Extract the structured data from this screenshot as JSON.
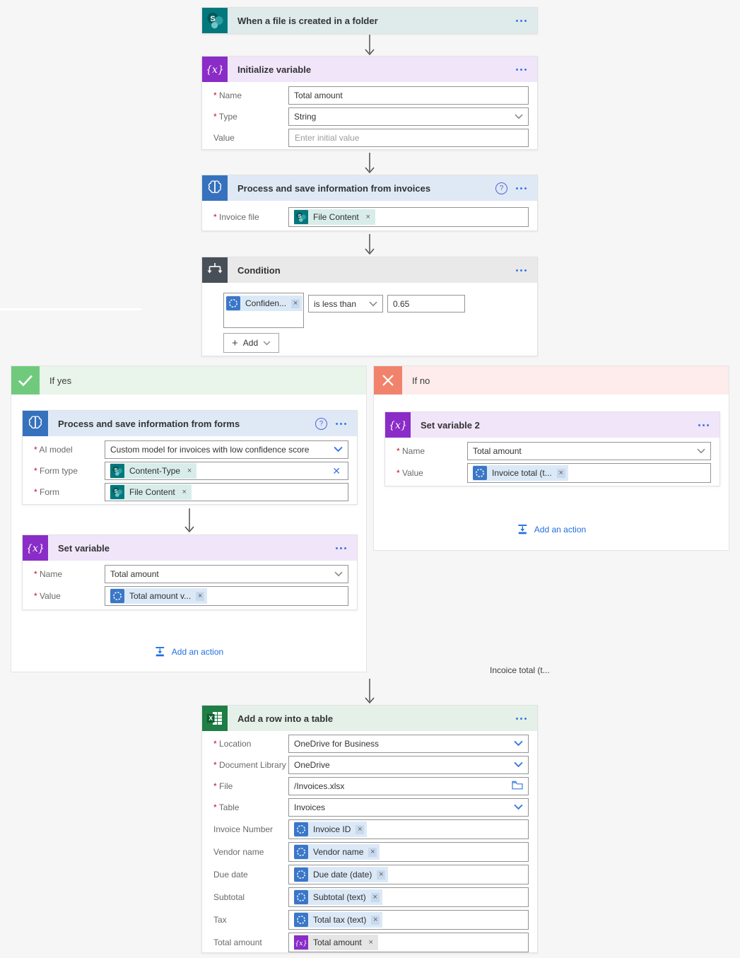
{
  "icons": {
    "close": "×",
    "help": "?",
    "clear": "✕",
    "add_plus": "+"
  },
  "colors": {
    "accent_blue": "#3b78e0",
    "sharepoint_teal": "#03787c",
    "variable_purple": "#8a2cc7",
    "ai_builder_blue": "#3671bd",
    "condition_gray": "#474f59",
    "if_yes_green": "#70ca7c",
    "if_no_salmon": "#f1836d",
    "excel_green": "#1e7e45",
    "required_red": "#c50f1f"
  },
  "trigger": {
    "title": "When a file is created in a folder"
  },
  "initialize_variable": {
    "title": "Initialize variable",
    "fields": {
      "name": {
        "label": "Name",
        "value": "Total amount",
        "required": true
      },
      "type": {
        "label": "Type",
        "value": "String",
        "required": true
      },
      "value": {
        "label": "Value",
        "placeholder": "Enter initial value",
        "required": false
      }
    }
  },
  "process_invoices": {
    "title": "Process and save information from invoices",
    "fields": {
      "invoice_file": {
        "label": "Invoice file",
        "chip": "File Content",
        "required": true
      }
    }
  },
  "condition": {
    "title": "Condition",
    "operand_chip": "Confiden...",
    "operator": "is less than",
    "value": "0.65",
    "add_button": "Add"
  },
  "if_yes": {
    "label": "If yes",
    "process_forms": {
      "title": "Process and save information from forms",
      "fields": {
        "ai_model": {
          "label": "AI model",
          "value": "Custom model for invoices with low confidence score",
          "required": true
        },
        "form_type": {
          "label": "Form type",
          "chip": "Content-Type",
          "required": true
        },
        "form": {
          "label": "Form",
          "chip": "File Content",
          "required": true
        }
      }
    },
    "set_variable": {
      "title": "Set variable",
      "fields": {
        "name": {
          "label": "Name",
          "value": "Total amount",
          "required": true
        },
        "value": {
          "label": "Value",
          "chip": "Total amount v...",
          "required": true
        }
      }
    },
    "add_action": "Add an action"
  },
  "if_no": {
    "label": "If no",
    "set_variable_2": {
      "title": "Set variable 2",
      "fields": {
        "name": {
          "label": "Name",
          "value": "Total amount",
          "required": true
        },
        "value": {
          "label": "Value",
          "chip": "Invoice total (t...",
          "required": true
        }
      }
    },
    "add_action": "Add an action"
  },
  "floating_token_text": "Incoice total (t...",
  "add_row_into_table": {
    "title": "Add a row into a table",
    "rows": [
      {
        "label": "Location",
        "value": "OneDrive for Business",
        "required": true,
        "kind": "dropdown"
      },
      {
        "label": "Document Library",
        "value": "OneDrive",
        "required": true,
        "kind": "dropdown"
      },
      {
        "label": "File",
        "value": "/Invoices.xlsx",
        "required": true,
        "kind": "file"
      },
      {
        "label": "Table",
        "value": "Invoices",
        "required": true,
        "kind": "dropdown"
      },
      {
        "label": "Invoice Number",
        "value": "Invoice ID",
        "required": false,
        "kind": "ai-token"
      },
      {
        "label": "Vendor name",
        "value": "Vendor name",
        "required": false,
        "kind": "ai-token"
      },
      {
        "label": "Due date",
        "value": "Due date (date)",
        "required": false,
        "kind": "ai-token"
      },
      {
        "label": "Subtotal",
        "value": "Subtotal (text)",
        "required": false,
        "kind": "ai-token"
      },
      {
        "label": "Tax",
        "value": "Total tax (text)",
        "required": false,
        "kind": "ai-token"
      },
      {
        "label": "Total amount",
        "value": "Total amount",
        "required": false,
        "kind": "variable-token"
      }
    ]
  }
}
